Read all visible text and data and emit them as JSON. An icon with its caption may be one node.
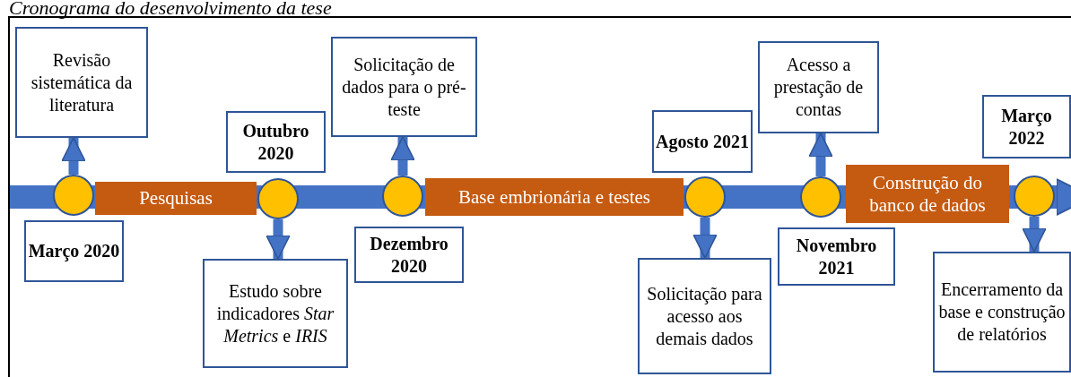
{
  "diagram": {
    "title": "Cronograma do desenvolvimento da tese",
    "nodes": [
      {
        "text": [],
        "shape": "circle"
      },
      {
        "text": [
          "Revisão sistemática da literatura"
        ]
      },
      {
        "text": [
          "Março 2020"
        ]
      },
      {
        "text": [
          "Pesquisas"
        ]
      },
      {
        "text": [],
        "shape": "circle"
      },
      {
        "text": [
          "Outubro 2020"
        ]
      },
      {
        "text": [
          "Estudo sobre indicadores *Star Metrics* e *IRIS*"
        ]
      },
      {
        "text": [],
        "shape": "circle"
      },
      {
        "text": [
          "Solicitação de dados para o pré-teste"
        ]
      },
      {
        "text": [
          "Dezembro 2020"
        ]
      },
      {
        "text": [
          "Base embrionária e testes"
        ]
      },
      {
        "text": [],
        "shape": "circle"
      },
      {
        "text": [
          "Agosto 2021"
        ]
      },
      {
        "text": [
          "Solicitação para acesso aos demais dados"
        ]
      },
      {
        "text": [],
        "shape": "circle"
      },
      {
        "text": [
          "Acesso a prestação de contas"
        ]
      },
      {
        "text": [
          "Novembro 2021"
        ]
      },
      {
        "text": [
          "Construção do banco de dados"
        ]
      },
      {
        "text": [],
        "shape": "circle"
      },
      {
        "text": [
          "Março 2022"
        ]
      },
      {
        "text": [
          "Encerramento da base e construção de relatórios"
        ]
      }
    ],
    "edges": [
      {
        "from": 0,
        "to": 1,
        "arrow": "to"
      },
      {
        "from": 4,
        "to": 6,
        "arrow": "to"
      },
      {
        "from": 7,
        "to": 8,
        "arrow": "to"
      },
      {
        "from": 11,
        "to": 13,
        "arrow": "to"
      },
      {
        "from": 14,
        "to": 15,
        "arrow": "to"
      },
      {
        "from": 18,
        "to": 20,
        "arrow": "to"
      }
    ]
  }
}
